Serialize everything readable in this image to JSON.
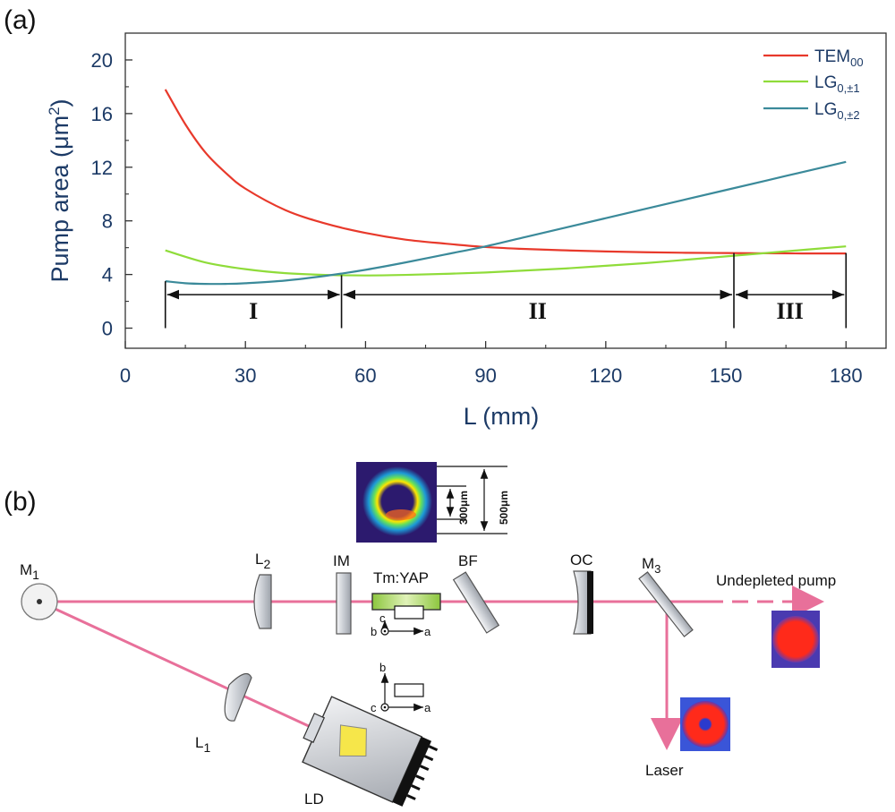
{
  "figure": {
    "panel_a_label": "(a)",
    "panel_b_label": "(b)"
  },
  "chart_data": {
    "type": "line",
    "title": "",
    "xlabel": "L (mm)",
    "ylabel_main": "Pump area (μm",
    "ylabel_sup": "2",
    "ylabel_close": ")",
    "xlim": [
      0,
      190
    ],
    "ylim": [
      -1.5,
      22
    ],
    "xticks": [
      0,
      30,
      60,
      90,
      120,
      150,
      180
    ],
    "yticks": [
      0,
      4,
      8,
      12,
      16,
      20
    ],
    "grid": false,
    "legend_position": "top-right",
    "series": [
      {
        "name": "TEM",
        "name_sub": "00",
        "color": "#e8392b",
        "x": [
          10,
          15,
          20,
          25,
          30,
          40,
          50,
          60,
          70,
          80,
          90,
          100,
          110,
          120,
          130,
          140,
          150,
          160,
          170,
          180
        ],
        "y": [
          17.8,
          15.2,
          13.1,
          11.6,
          10.4,
          8.8,
          7.8,
          7.1,
          6.6,
          6.3,
          6.05,
          5.9,
          5.8,
          5.72,
          5.66,
          5.62,
          5.6,
          5.58,
          5.57,
          5.57
        ]
      },
      {
        "name": "LG",
        "name_sub": "0,±1",
        "color": "#8fdc3a",
        "x": [
          10,
          20,
          30,
          40,
          50,
          60,
          70,
          80,
          90,
          100,
          110,
          120,
          130,
          140,
          150,
          160,
          170,
          180
        ],
        "y": [
          5.8,
          4.9,
          4.4,
          4.1,
          3.97,
          3.93,
          3.97,
          4.05,
          4.15,
          4.3,
          4.45,
          4.65,
          4.85,
          5.1,
          5.35,
          5.6,
          5.85,
          6.1
        ]
      },
      {
        "name": "LG",
        "name_sub": "0,±2",
        "color": "#3b8a9a",
        "x": [
          10,
          15,
          20,
          25,
          30,
          40,
          50,
          60,
          70,
          80,
          90,
          100,
          110,
          120,
          130,
          140,
          150,
          160,
          170,
          180
        ],
        "y": [
          3.5,
          3.35,
          3.3,
          3.3,
          3.35,
          3.55,
          3.9,
          4.35,
          4.9,
          5.5,
          6.1,
          6.8,
          7.5,
          8.2,
          8.9,
          9.6,
          10.3,
          11.0,
          11.7,
          12.4
        ]
      }
    ],
    "regions": [
      {
        "label": "I",
        "x_start": 10,
        "x_end": 54
      },
      {
        "label": "II",
        "x_start": 54,
        "x_end": 152
      },
      {
        "label": "III",
        "x_start": 152,
        "x_end": 180
      }
    ],
    "region_arrow_y": 2.5,
    "region_label_y": 0.7
  },
  "setup": {
    "colors": {
      "beam": "#e8709a",
      "optic_fill": "#c8ccd2",
      "crystal": "#a8d84a",
      "mode_bg_blue": "#3a3aa0",
      "mode_red": "#ff2a1a"
    },
    "labels": {
      "m1": "M",
      "m1_sub": "1",
      "l1": "L",
      "l1_sub": "1",
      "l2": "L",
      "l2_sub": "2",
      "im": "IM",
      "crystal": "Tm:YAP",
      "bf": "BF",
      "oc": "OC",
      "m3": "M",
      "m3_sub": "3",
      "undepleted": "Undepleted pump",
      "laser": "Laser",
      "ld": "LD"
    },
    "dimensions": {
      "inner": "300μm",
      "outer": "500μm"
    },
    "axes_upper": {
      "vertical": "c",
      "origin": "b",
      "horizontal": "a"
    },
    "axes_lower": {
      "vertical": "b",
      "origin": "c",
      "horizontal": "a"
    }
  }
}
